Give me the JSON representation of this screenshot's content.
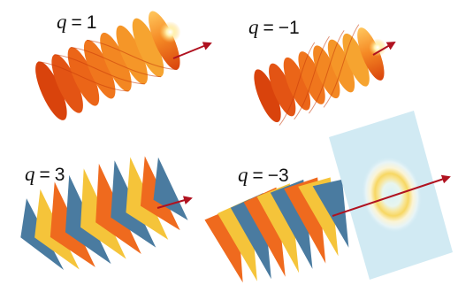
{
  "panels": [
    {
      "id": "a",
      "symbol": "q",
      "equals": "=",
      "value": "1"
    },
    {
      "id": "b",
      "symbol": "q",
      "equals": "=",
      "value": "−1"
    },
    {
      "id": "c",
      "symbol": "q",
      "equals": "=",
      "value": "3"
    },
    {
      "id": "d",
      "symbol": "q",
      "equals": "=",
      "value": "−3"
    }
  ],
  "colors": {
    "helix_orange_dark": "#e2480c",
    "helix_orange": "#f28422",
    "helix_highlight": "#fff0b8",
    "sheet_blue": "#4a7ba0",
    "sheet_yellow": "#f5c43a",
    "sheet_orange": "#ef6a1e",
    "arrow": "#b01220",
    "screen": "#cfe9f2",
    "ring_inner": "#f7dc72"
  },
  "icons": [
    "arrow-icon"
  ]
}
